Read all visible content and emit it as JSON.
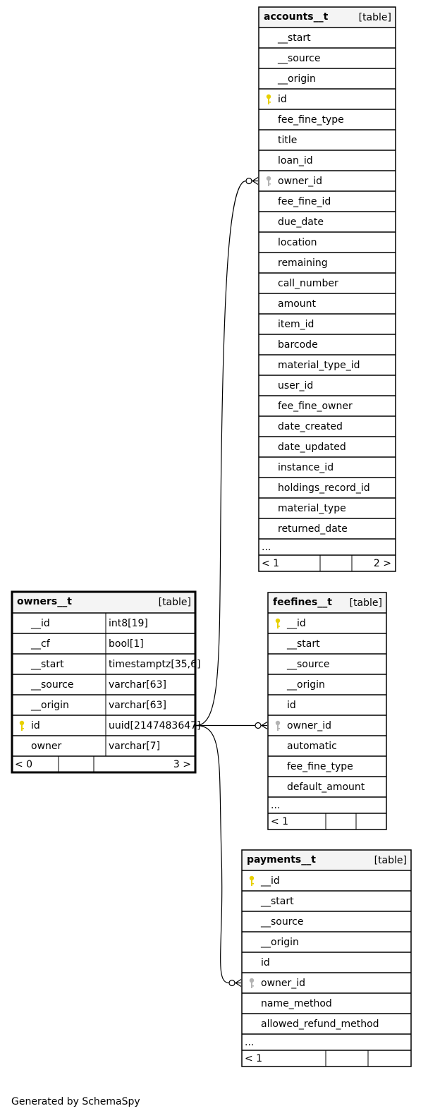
{
  "tables": {
    "accounts": {
      "name": "accounts__t",
      "type": "[table]",
      "columns": [
        {
          "name": "__start",
          "key": ""
        },
        {
          "name": "__source",
          "key": ""
        },
        {
          "name": "__origin",
          "key": ""
        },
        {
          "name": "id",
          "key": "pk"
        },
        {
          "name": "fee_fine_type",
          "key": ""
        },
        {
          "name": "title",
          "key": ""
        },
        {
          "name": "loan_id",
          "key": ""
        },
        {
          "name": "owner_id",
          "key": "fk"
        },
        {
          "name": "fee_fine_id",
          "key": ""
        },
        {
          "name": "due_date",
          "key": ""
        },
        {
          "name": "location",
          "key": ""
        },
        {
          "name": "remaining",
          "key": ""
        },
        {
          "name": "call_number",
          "key": ""
        },
        {
          "name": "amount",
          "key": ""
        },
        {
          "name": "item_id",
          "key": ""
        },
        {
          "name": "barcode",
          "key": ""
        },
        {
          "name": "material_type_id",
          "key": ""
        },
        {
          "name": "user_id",
          "key": ""
        },
        {
          "name": "fee_fine_owner",
          "key": ""
        },
        {
          "name": "date_created",
          "key": ""
        },
        {
          "name": "date_updated",
          "key": ""
        },
        {
          "name": "instance_id",
          "key": ""
        },
        {
          "name": "holdings_record_id",
          "key": ""
        },
        {
          "name": "material_type",
          "key": ""
        },
        {
          "name": "returned_date",
          "key": ""
        }
      ],
      "ellipsis": "...",
      "footer": {
        "left": "< 1",
        "mid": "",
        "right": "2 >"
      }
    },
    "owners": {
      "name": "owners__t",
      "type": "[table]",
      "columns": [
        {
          "name": "__id",
          "key": "",
          "dtype": "int8[19]"
        },
        {
          "name": "__cf",
          "key": "",
          "dtype": "bool[1]"
        },
        {
          "name": "__start",
          "key": "",
          "dtype": "timestamptz[35,6]"
        },
        {
          "name": "__source",
          "key": "",
          "dtype": "varchar[63]"
        },
        {
          "name": "__origin",
          "key": "",
          "dtype": "varchar[63]"
        },
        {
          "name": "id",
          "key": "pk",
          "dtype": "uuid[2147483647]"
        },
        {
          "name": "owner",
          "key": "",
          "dtype": "varchar[7]"
        }
      ],
      "footer": {
        "left": "< 0",
        "mid": "",
        "right": "3 >"
      }
    },
    "feefines": {
      "name": "feefines__t",
      "type": "[table]",
      "columns": [
        {
          "name": "__id",
          "key": "pk"
        },
        {
          "name": "__start",
          "key": ""
        },
        {
          "name": "__source",
          "key": ""
        },
        {
          "name": "__origin",
          "key": ""
        },
        {
          "name": "id",
          "key": ""
        },
        {
          "name": "owner_id",
          "key": "fk"
        },
        {
          "name": "automatic",
          "key": ""
        },
        {
          "name": "fee_fine_type",
          "key": ""
        },
        {
          "name": "default_amount",
          "key": ""
        }
      ],
      "ellipsis": "...",
      "footer": {
        "left": "< 1",
        "mid": "",
        "right": ""
      }
    },
    "payments": {
      "name": "payments__t",
      "type": "[table]",
      "columns": [
        {
          "name": "__id",
          "key": "pk"
        },
        {
          "name": "__start",
          "key": ""
        },
        {
          "name": "__source",
          "key": ""
        },
        {
          "name": "__origin",
          "key": ""
        },
        {
          "name": "id",
          "key": ""
        },
        {
          "name": "owner_id",
          "key": "fk"
        },
        {
          "name": "name_method",
          "key": ""
        },
        {
          "name": "allowed_refund_method",
          "key": ""
        }
      ],
      "ellipsis": "...",
      "footer": {
        "left": "< 1",
        "mid": "",
        "right": ""
      }
    }
  },
  "relationships": [
    {
      "from_table": "owners",
      "from_column": "id",
      "to_table": "accounts",
      "to_column": "owner_id"
    },
    {
      "from_table": "owners",
      "from_column": "id",
      "to_table": "feefines",
      "to_column": "owner_id"
    },
    {
      "from_table": "owners",
      "from_column": "id",
      "to_table": "payments",
      "to_column": "owner_id"
    }
  ],
  "footer_text": "Generated by SchemaSpy",
  "colors": {
    "pk_key": "#e8d000",
    "fk_key": "#b3b3b3",
    "header_bg": "#f4f4f4",
    "border": "#000000"
  }
}
